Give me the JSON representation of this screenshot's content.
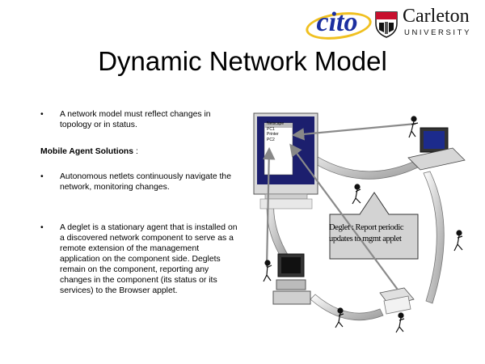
{
  "header": {
    "ito_logo_text": "cito",
    "university_name": "Carleton",
    "university_sub": "UNIVERSITY"
  },
  "slide": {
    "title": "Dynamic Network Model",
    "bullet_1": "A network model must reflect changes in topology or in status.",
    "subheading": "Mobile Agent Solutions",
    "subheading_colon": " :",
    "bullet_2": "Autonomous netlets continuously navigate the network, monitoring changes.",
    "bullet_3": "A deglet is a stationary agent that is installed on a discovered network component to serve as a remote extension of the management application on the component side. Deglets remain on the component, reporting any changes in the component (its status or its services) to the Browser applet.",
    "bullet_marker": "•"
  },
  "diagram": {
    "callout": "Deglet : Report periodic updates to mgmt applet",
    "browser_window_title": "Netscape",
    "browser_lines": [
      "PC1",
      "Printer",
      "PC2"
    ]
  }
}
